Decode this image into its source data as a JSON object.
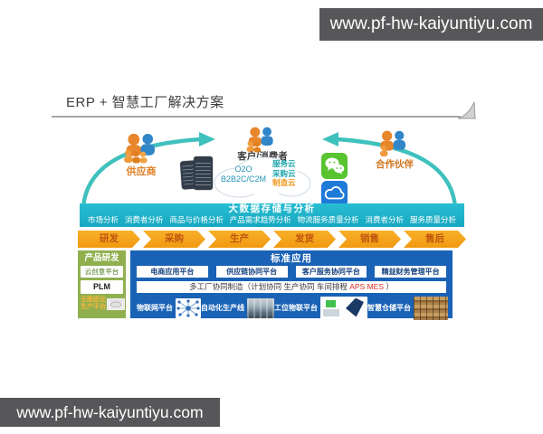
{
  "watermarks": {
    "top": "www.pf-hw-kaiyuntiyu.com",
    "bottom": "www.pf-hw-kaiyuntiyu.com"
  },
  "header": {
    "title": "ERP + 智慧工厂解决方案"
  },
  "ecosystem": {
    "supplier": "供应商",
    "customer": "客户/消费者",
    "partner": "合作伙伴",
    "cloud": {
      "models": [
        "O2O",
        "B2B2C/C2M"
      ],
      "services": [
        {
          "label": "服务云",
          "color": "#23a8ad"
        },
        {
          "label": "采购云",
          "color": "#23a8ad"
        },
        {
          "label": "制造云",
          "color": "#f0981c"
        }
      ]
    }
  },
  "bigdata": {
    "title": "大数据存储与分析",
    "items": [
      "市场分析",
      "消费者分析",
      "商品与价格分析",
      "产品需求趋势分析",
      "物流服务质量分析",
      "消费者分析",
      "服务质量分析"
    ]
  },
  "process": {
    "steps": [
      "研发",
      "采购",
      "生产",
      "发货",
      "销售",
      "售后"
    ]
  },
  "product_rd": {
    "title": "产品研发",
    "platforms": [
      "云创意平台",
      "PLM"
    ],
    "note": [
      "无图纸化",
      "生产平台"
    ]
  },
  "standard_apps": {
    "title": "标准应用",
    "platforms": [
      "电商应用平台",
      "供应链协同平台",
      "客户服务协同平台",
      "精益财务管理平台"
    ],
    "multi_factory": {
      "prefix": "多工厂协同制造（计划协同  生产协同  车间排程 ",
      "highlight": "APS  MES",
      "suffix": " ）"
    },
    "bottom_platforms": [
      "物联网平台",
      "自动化生产线",
      "工位物联平台",
      "智慧仓储平台"
    ]
  },
  "colors": {
    "teal_bar": "#1db2c9",
    "process_orange": "#f5a21d",
    "green_box": "#90b050",
    "blue_box": "#1a62b6",
    "arc_teal": "#3fc1bd",
    "watermark_bg": "#57575a",
    "highlight_red": "#e02b2b"
  }
}
